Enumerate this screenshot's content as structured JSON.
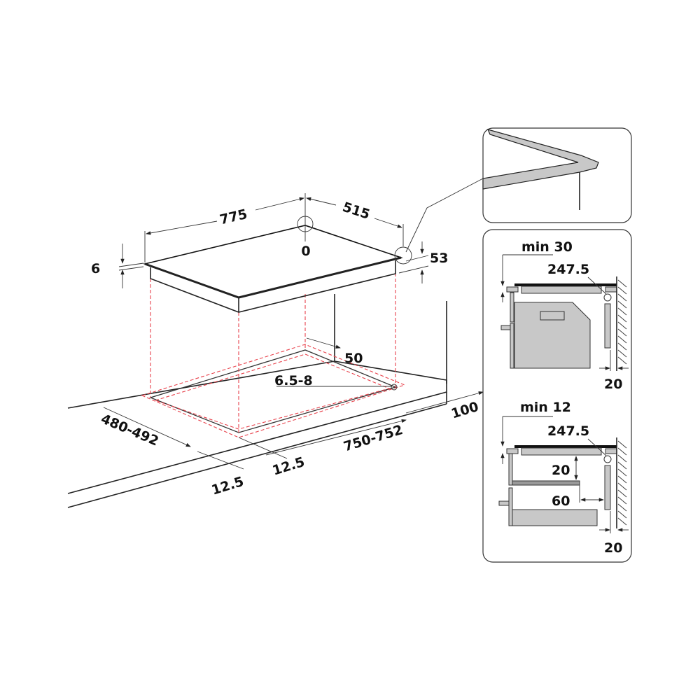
{
  "main_view": {
    "dims": {
      "width": "775",
      "depth": "515",
      "origin": "0",
      "glass_thickness": "6",
      "height": "53",
      "cutout_offset_back": "50",
      "hole_diameter": "6.5-8",
      "cutout_depth": "480-492",
      "front_margin_a": "12.5",
      "front_margin_b": "12.5",
      "cutout_width": "750-752",
      "wall_distance": "100"
    }
  },
  "inset_oven": {
    "min_label": "min 30",
    "dim_a": "247.5",
    "dim_wall": "20"
  },
  "inset_drawer": {
    "min_label": "min 12",
    "dim_a": "247.5",
    "dim_gap": "20",
    "dim_depth": "60",
    "dim_wall": "20"
  },
  "colors": {
    "outline": "#222222",
    "dashed_guides": "#e8414b",
    "panel_fill": "#c8c8c8"
  }
}
